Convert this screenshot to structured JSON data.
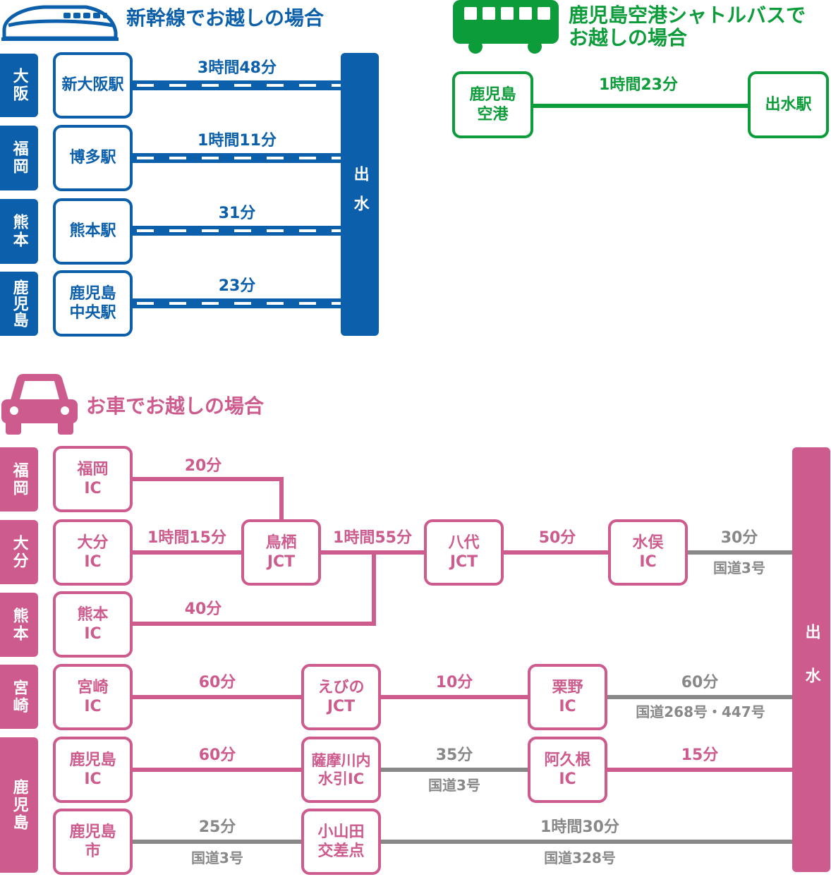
{
  "colors": {
    "blue": "#0b5fab",
    "green": "#0d9c3a",
    "pink": "#cd5b8d",
    "gray": "#888888"
  },
  "icons": {
    "train": "shinkansen-icon",
    "bus": "bus-icon",
    "car": "car-icon"
  },
  "shinkansen": {
    "title": "新幹線でお越しの場合",
    "destination": "出水",
    "rows": [
      {
        "region": "大阪",
        "station": "新大阪駅",
        "time": "3時間48分"
      },
      {
        "region": "福岡",
        "station": "博多駅",
        "time": "1時間11分"
      },
      {
        "region": "熊本",
        "station": "熊本駅",
        "time": "31分"
      },
      {
        "region": "鹿児島",
        "station": "鹿児島\n中央駅",
        "time": "23分"
      }
    ]
  },
  "bus": {
    "title_line1": "鹿児島空港シャトルバスで",
    "title_line2": "お越しの場合",
    "from": "鹿児島\n空港",
    "to": "出水駅",
    "time": "1時間23分"
  },
  "car": {
    "title": "お車でお越しの場合",
    "destination": "出水",
    "regions": [
      "福岡",
      "大分",
      "熊本",
      "宮崎",
      "鹿児島"
    ],
    "nodes": {
      "fukuoka_ic": "福岡\nIC",
      "oita_ic": "大分\nIC",
      "kumamoto_ic": "熊本\nIC",
      "miyazaki_ic": "宮崎\nIC",
      "kagoshima_ic": "鹿児島\nIC",
      "kagoshima_city": "鹿児島\n市",
      "tosu_jct": "鳥栖\nJCT",
      "yatsushiro_jct": "八代\nJCT",
      "minamata_ic": "水俣\nIC",
      "ebino_jct": "えびの\nJCT",
      "kurino_ic": "栗野\nIC",
      "satsuma_ic": "薩摩川内\n水引IC",
      "akune_ic": "阿久根\nIC",
      "koyamada": "小山田\n交差点"
    },
    "segments": {
      "fukuoka_tosu": "20分",
      "oita_tosu": "1時間15分",
      "tosu_yatsushiro": "1時間55分",
      "kumamoto_join": "40分",
      "yatsushiro_minamata": "50分",
      "minamata_dest": "30分",
      "minamata_road": "国道3号",
      "miyazaki_ebino": "60分",
      "ebino_kurino": "10分",
      "kurino_dest": "60分",
      "kurino_road": "国道268号・447号",
      "kagoshima_satsuma": "60分",
      "satsuma_akune": "35分",
      "satsuma_road": "国道3号",
      "akune_dest": "15分",
      "city_koyamada": "25分",
      "city_road": "国道3号",
      "koyamada_dest": "1時間30分",
      "koyamada_road": "国道328号"
    }
  }
}
